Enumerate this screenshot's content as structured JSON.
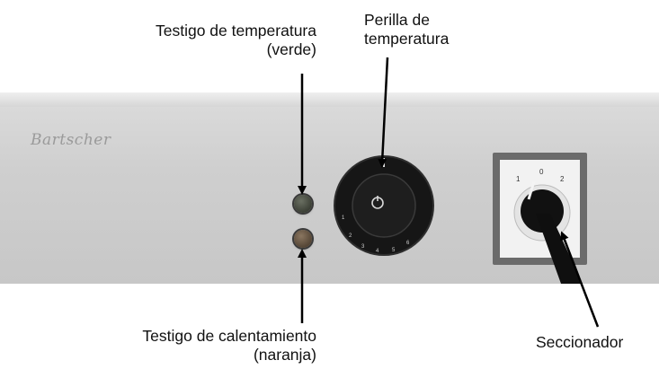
{
  "labels": {
    "temp_indicator_line1": "Testigo de temperatura",
    "temp_indicator_line2": "(verde)",
    "temp_knob_line1": "Perilla de",
    "temp_knob_line2": "temperatura",
    "heating_indicator_line1": "Testigo de calentamiento",
    "heating_indicator_line2": "(naranja)",
    "disconnector": "Seccionador"
  },
  "panel": {
    "brand": "Bartscher",
    "switch_marks": [
      "1",
      "0",
      "2"
    ],
    "dial_marks": [
      "1",
      "2",
      "3",
      "4",
      "5",
      "6"
    ]
  },
  "colors": {
    "panel": "#cfcfcf",
    "lamp_green": "#4a4e44",
    "lamp_orange": "#6a5a45",
    "knob": "#1a1a1a",
    "arrow": "#000000"
  }
}
